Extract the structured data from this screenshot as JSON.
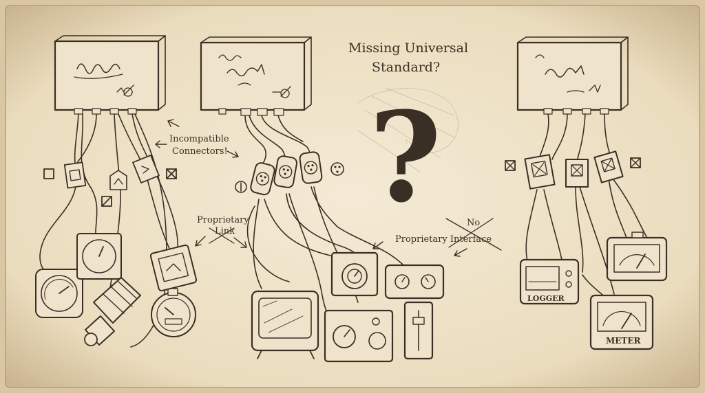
{
  "title": {
    "line1": "Missing Universal",
    "line2": "Standard?"
  },
  "annotations": {
    "incompatible_line1": "Incompatible",
    "incompatible_line2": "Connectors!",
    "proprietary_link_line1": "Proprietary",
    "proprietary_link_line2": "Link",
    "no": "No",
    "proprietary_interface": "Proprietary Interface"
  },
  "devices": {
    "logger_label": "LOGGER",
    "meter_label": "METER"
  },
  "colors": {
    "paper": "#efe3cb",
    "paper_edge": "#c9b48e",
    "ink": "#3a2f24"
  }
}
